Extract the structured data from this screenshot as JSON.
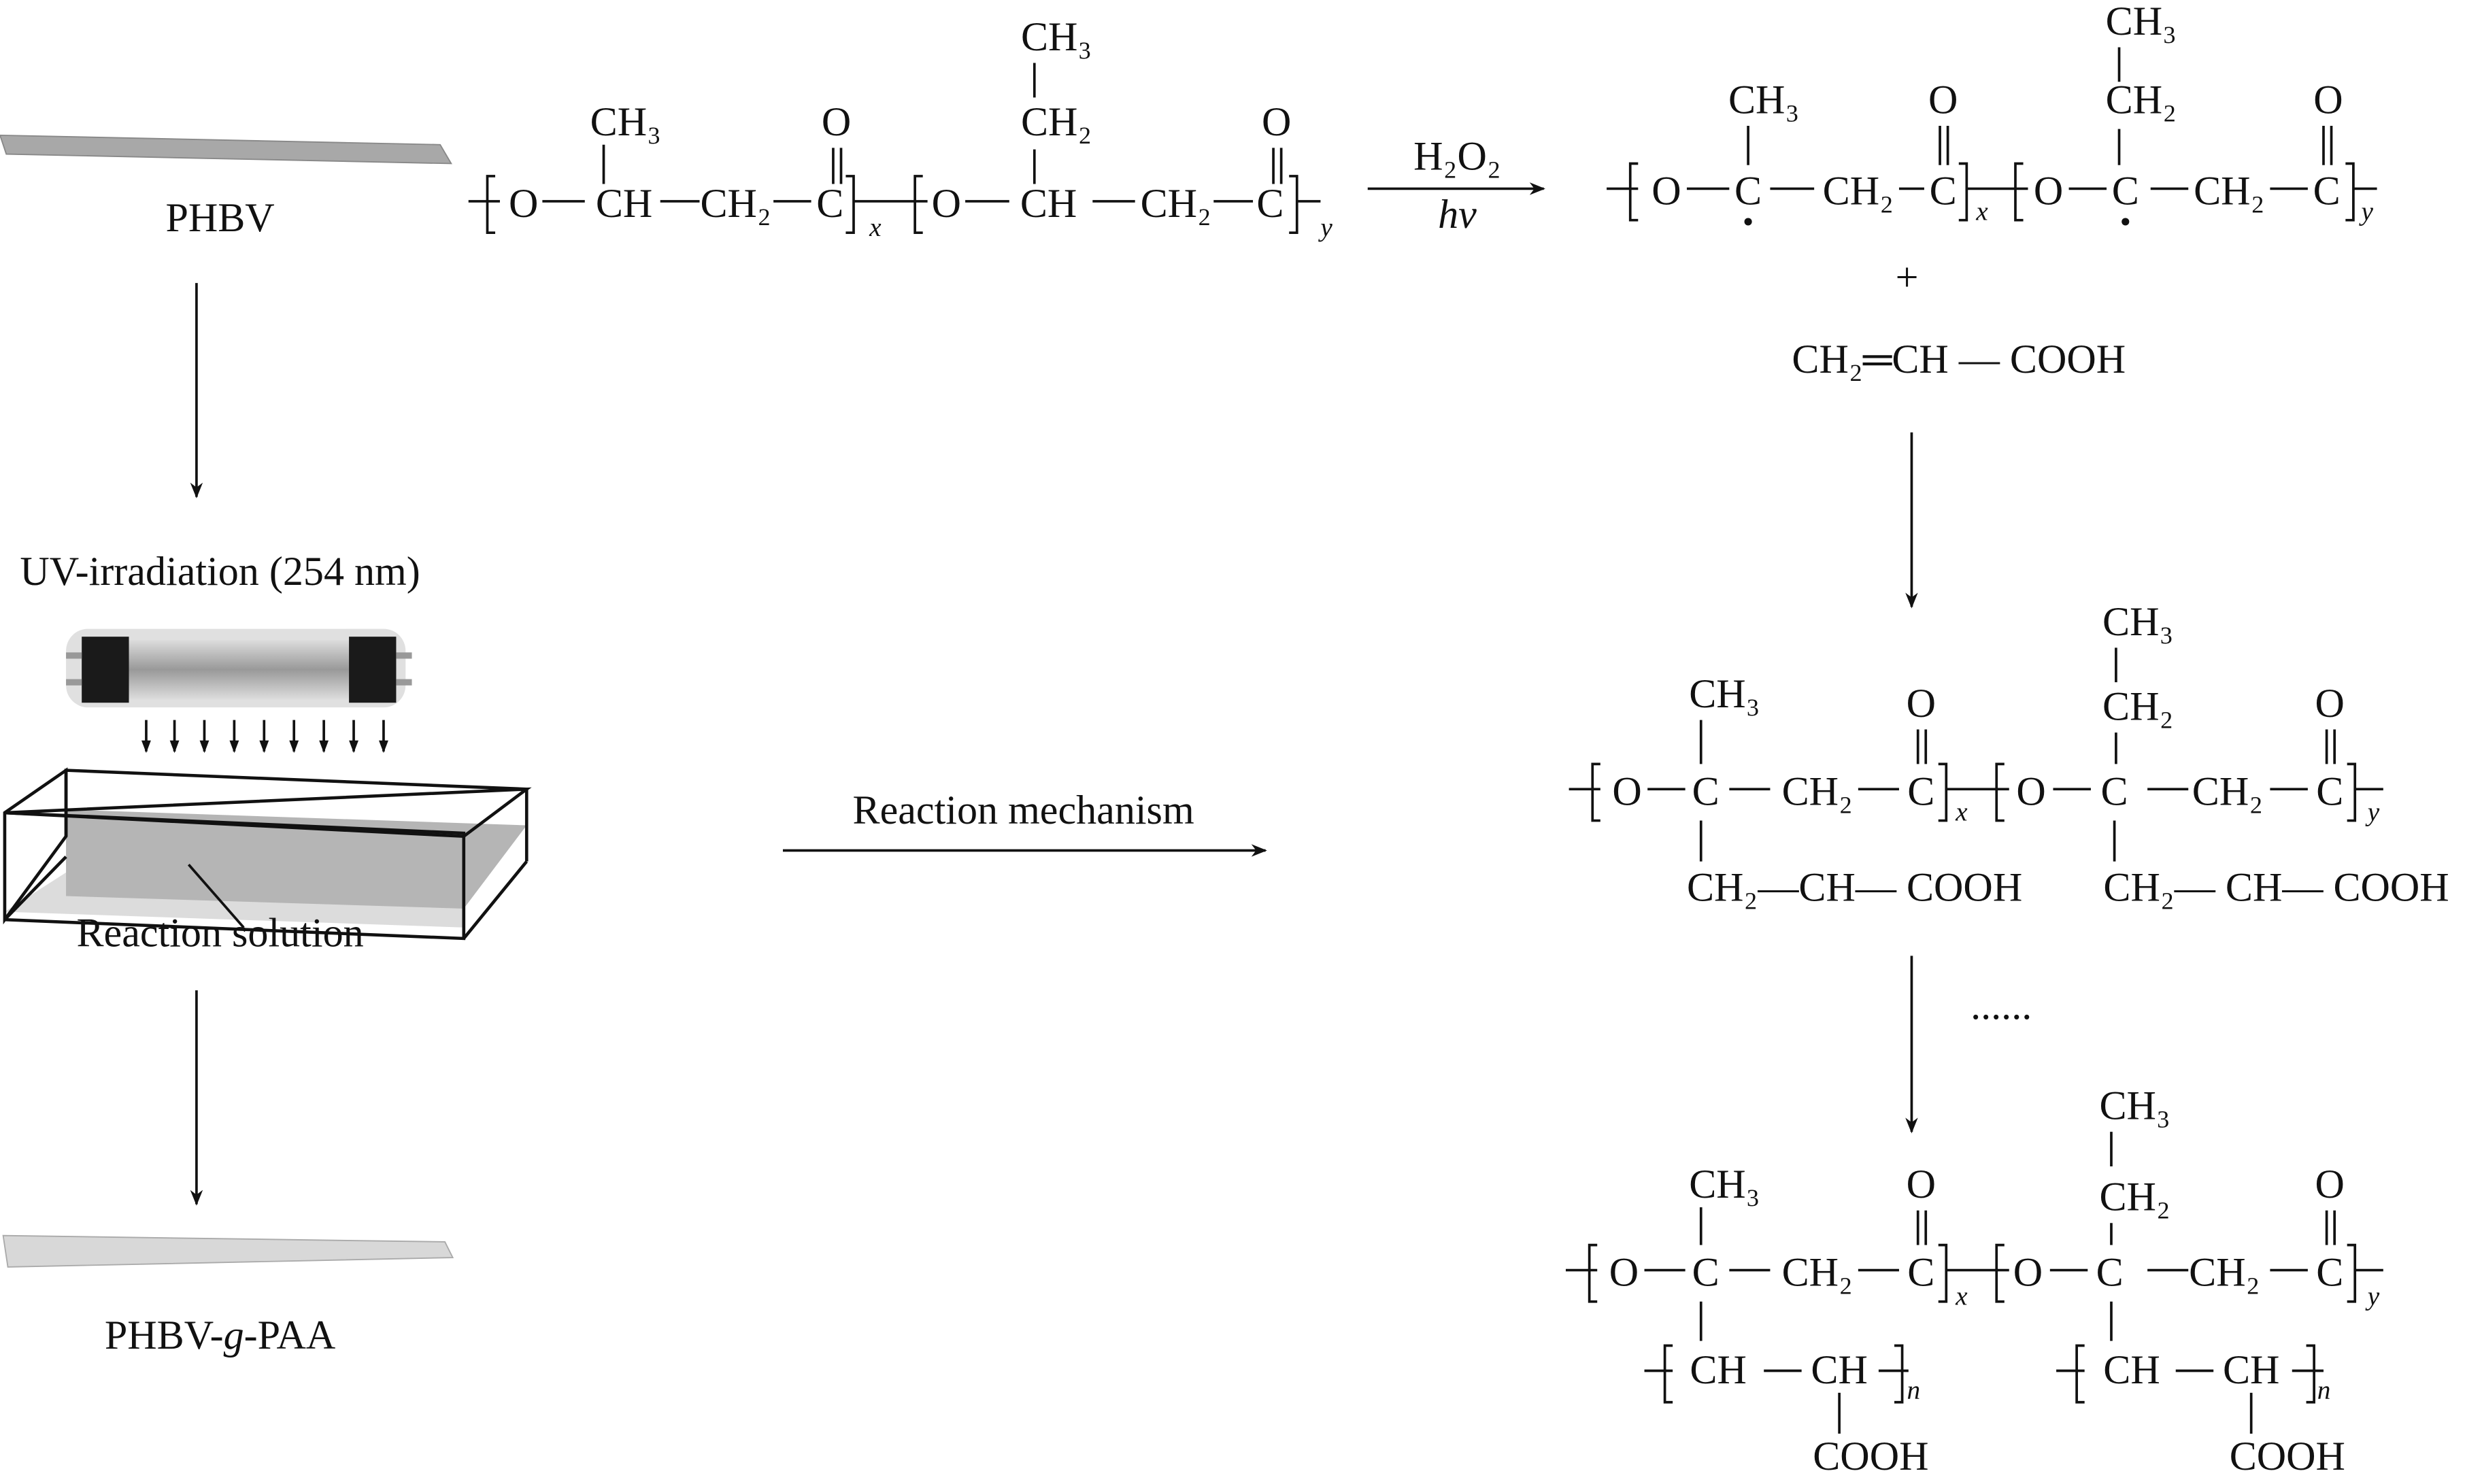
{
  "left": {
    "start_label": "PHBV",
    "uv_label": "UV-irradiation (254 nm)",
    "solution_label": "Reaction solution",
    "product": {
      "pre": "PHBV-",
      "italic": "g",
      "post": "-PAA"
    }
  },
  "middle": {
    "arrow_label": "Reaction mechanism"
  },
  "reagents": {
    "oxidant": "H₂O₂",
    "light": "hv",
    "plus": "+",
    "monomer": "CH₂═CH — COOH",
    "ellipsis": "......"
  },
  "s1": {
    "chain": [
      "O",
      "CH",
      "CH₂",
      "C",
      "O",
      "CH",
      "CH₂",
      "C"
    ],
    "above": [
      "CH₃",
      "O",
      "CH₃",
      "CH₂",
      "O"
    ],
    "subs": [
      "x",
      "y"
    ]
  },
  "s2": {
    "chain": [
      "O",
      "C",
      "CH₂",
      "C",
      "O",
      "C",
      "CH₂",
      "C"
    ],
    "above": [
      "CH₃",
      "O",
      "CH₃",
      "CH₂",
      "O"
    ],
    "subs": [
      "x",
      "y"
    ]
  },
  "s3": {
    "chain": [
      "O",
      "C",
      "CH₂",
      "C",
      "O",
      "C",
      "CH₂",
      "C"
    ],
    "above": [
      "CH₃",
      "O",
      "CH₃",
      "CH₂",
      "O"
    ],
    "subs": [
      "x",
      "y"
    ],
    "below": [
      "CH₂—CH— COOH",
      "CH₂— CH— COOH"
    ]
  },
  "s4": {
    "chain": [
      "O",
      "C",
      "CH₂",
      "C",
      "O",
      "C",
      "CH₂",
      "C"
    ],
    "above": [
      "CH₃",
      "O",
      "CH₃",
      "CH₂",
      "O"
    ],
    "subs": [
      "x",
      "y"
    ],
    "graft": [
      "CH",
      "CH",
      "COOH",
      "n",
      "CH",
      "CH",
      "COOH",
      "n"
    ]
  }
}
